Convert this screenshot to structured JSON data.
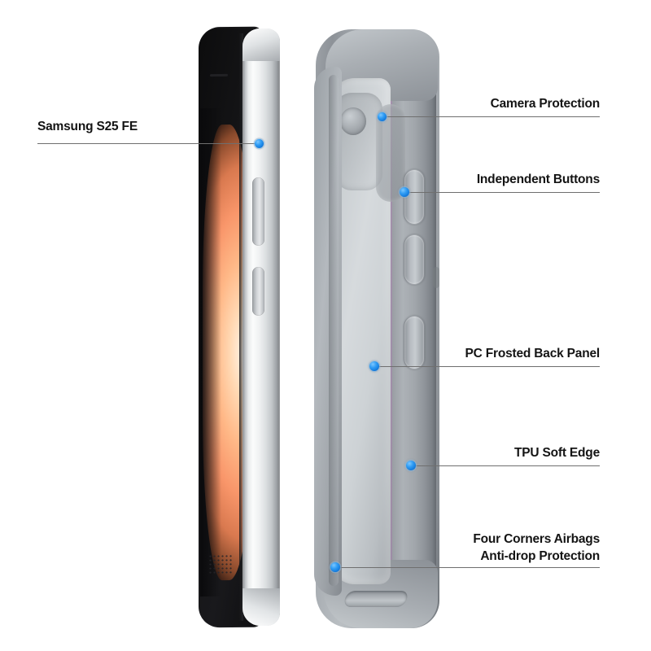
{
  "page": {
    "background_color": "#ffffff",
    "accent_dot_color": "#1f8ef1",
    "leader_line_color": "#6f6f6f",
    "text_color": "#141414"
  },
  "product": {
    "phone_name": "Samsung S25 FE",
    "case_color": "#a3a8ad",
    "screen_wallpaper_color": "#f9966a"
  },
  "callouts": {
    "phone_label": {
      "text": "Samsung S25 FE",
      "side": "left"
    },
    "camera_protection": {
      "text": "Camera Protection",
      "side": "right"
    },
    "independent_buttons": {
      "text": "Independent Buttons",
      "side": "right"
    },
    "pc_frosted_back_panel": {
      "text": "PC Frosted Back Panel",
      "side": "right"
    },
    "tpu_soft_edge": {
      "text": "TPU Soft Edge",
      "side": "right"
    },
    "four_corners_airbags": {
      "line1": "Four Corners Airbags",
      "line2": "Anti-drop Protection",
      "side": "right"
    }
  }
}
